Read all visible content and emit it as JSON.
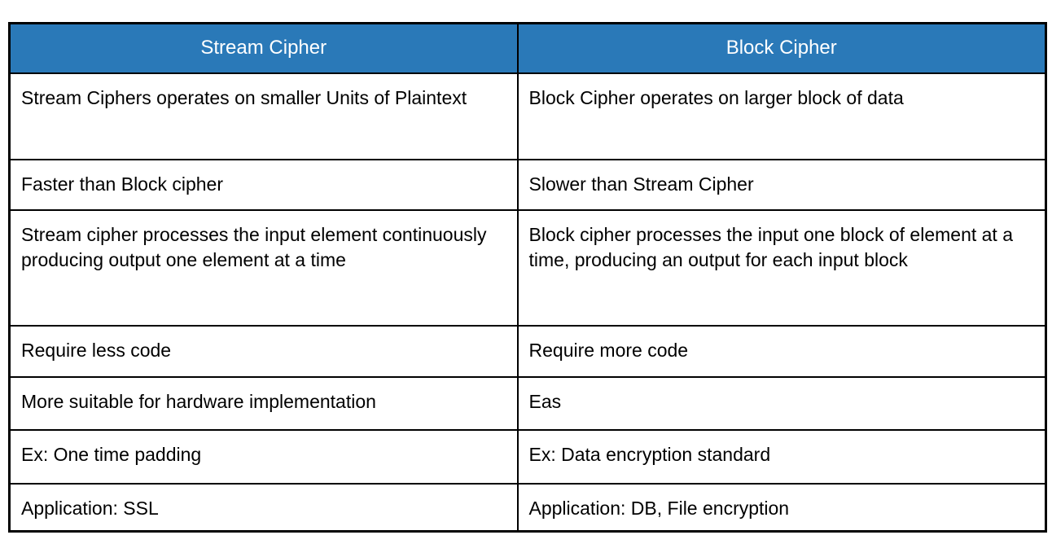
{
  "table": {
    "headers": [
      {
        "label": "Stream Cipher"
      },
      {
        "label": "Block Cipher"
      }
    ],
    "rows": [
      {
        "left": "Stream Ciphers operates on smaller Units of Plaintext",
        "right": "Block Cipher operates on larger block of data"
      },
      {
        "left": "Faster than Block cipher",
        "right": "Slower than Stream Cipher"
      },
      {
        "left": "Stream cipher processes the input element continuously producing output one element at a time",
        "right": "Block cipher processes the input one block of element at a time, producing an output for each input block"
      },
      {
        "left": "Require less code",
        "right": "Require more code"
      },
      {
        "left": "More suitable for hardware implementation",
        "right": "Eas"
      },
      {
        "left": "Ex: One time padding",
        "right": "Ex: Data encryption standard"
      },
      {
        "left": "Application: SSL",
        "right": "Application: DB, File encryption"
      }
    ]
  },
  "colors": {
    "background": "#ffffff",
    "header_bg": "#2A79B8",
    "header_text": "#ffffff",
    "border": "#000000",
    "cell_text": "#000000"
  }
}
